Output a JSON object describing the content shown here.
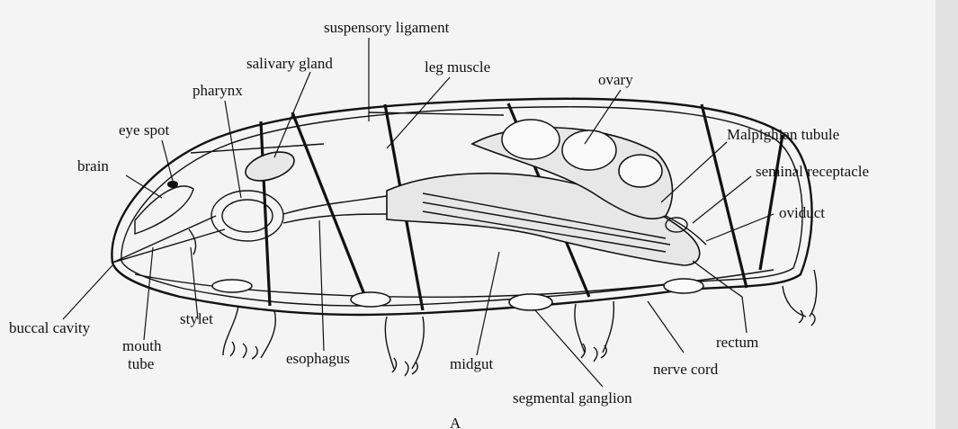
{
  "figure": {
    "background_texture": "scanned textbook page with faint mirrored text",
    "panel_letter": "A",
    "labels": {
      "suspensory_ligament": "suspensory ligament",
      "salivary_gland": "salivary gland",
      "leg_muscle": "leg muscle",
      "pharynx": "pharynx",
      "ovary": "ovary",
      "eye_spot": "eye spot",
      "malpighian_tubule": "Malpighian tubule",
      "brain": "brain",
      "seminal_receptacle": "seminal receptacle",
      "oviduct": "oviduct",
      "buccal_cavity": "buccal cavity",
      "stylet": "stylet",
      "mouth": "mouth",
      "tube": "tube",
      "esophagus": "esophagus",
      "midgut": "midgut",
      "rectum": "rectum",
      "nerve_cord": "nerve cord",
      "segmental_ganglion": "segmental ganglion"
    }
  }
}
